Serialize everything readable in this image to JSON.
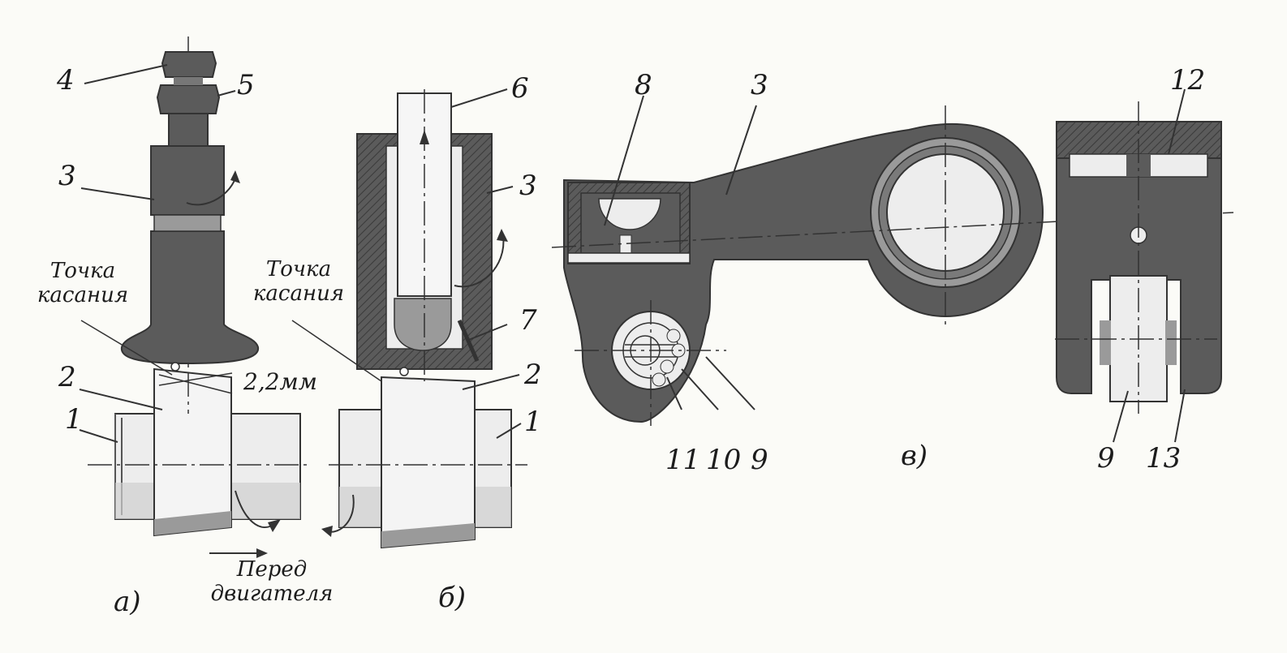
{
  "colors": {
    "paper": "#fbfbf7",
    "dark": "#5b5b5b",
    "light": "#ededed",
    "ink": "#1c1c1c"
  },
  "labels": {
    "n1a": "1",
    "n2a": "2",
    "n3a": "3",
    "n4": "4",
    "n5": "5",
    "n6": "6",
    "n3b": "3",
    "n7": "7",
    "n2b": "2",
    "n1b": "1",
    "n8": "8",
    "n3c": "3",
    "n11": "11",
    "n10": "10",
    "n9a": "9",
    "n12": "12",
    "n9b": "9",
    "n13": "13",
    "contact_a": "Точка касания",
    "contact_b": "Точка касания",
    "gap": "2,2мм",
    "front": "Перед двигателя",
    "cap_a": "а)",
    "cap_b": "б)",
    "cap_c": "в)"
  }
}
